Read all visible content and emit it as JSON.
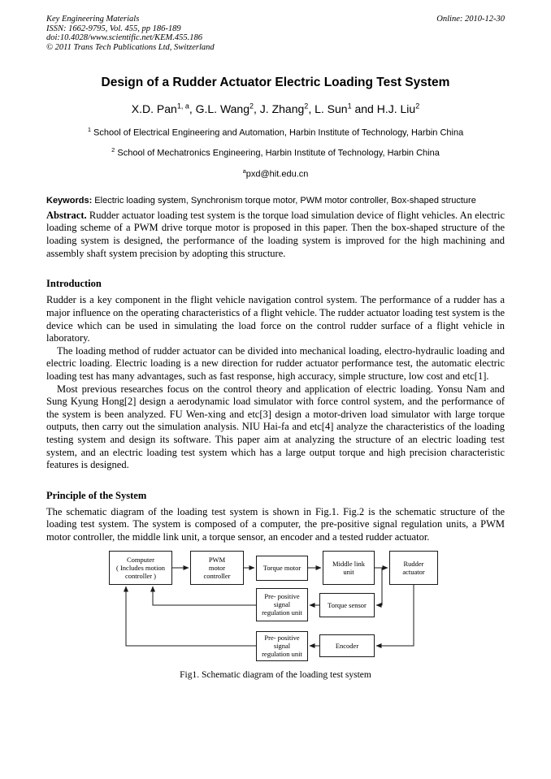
{
  "header": {
    "journal": "Key Engineering Materials",
    "issn_line": "ISSN: 1662-9795, Vol. 455, pp 186-189",
    "doi_line": "doi:10.4028/www.scientific.net/KEM.455.186",
    "copyright_line": "© 2011 Trans Tech Publications Ltd, Switzerland",
    "online_date": "Online: 2010-12-30"
  },
  "title": "Design of a Rudder Actuator Electric Loading Test System",
  "authors": {
    "parts": [
      {
        "text": "X.D. Pan",
        "sup": "1, a"
      },
      {
        "text": ", G.L. Wang",
        "sup": "2"
      },
      {
        "text": ", J. Zhang",
        "sup": "2"
      },
      {
        "text": ", L. Sun",
        "sup": "1"
      },
      {
        "text": " and H.J. Liu",
        "sup": "2"
      }
    ]
  },
  "affiliations": [
    {
      "sup": "1",
      "text": " School of Electrical Engineering and Automation, Harbin Institute of Technology, Harbin China"
    },
    {
      "sup": "2",
      "text": " School of Mechatronics Engineering, Harbin Institute of Technology, Harbin China"
    }
  ],
  "email": {
    "sup": "a",
    "text": "pxd@hit.edu.cn"
  },
  "keywords": {
    "label": "Keywords:",
    "text": " Electric loading system, Synchronism torque motor, PWM motor controller, Box-shaped structure"
  },
  "abstract": {
    "label": "Abstract.",
    "text": " Rudder actuator loading test system is the torque load simulation device of flight vehicles. An electric loading scheme of a PWM drive torque motor is proposed in this paper. Then the box-shaped structure of the loading system is designed, the performance of the loading system is improved for the high machining and assembly shaft system precision by adopting this structure."
  },
  "sections": {
    "introduction": {
      "heading": "Introduction",
      "p1": "Rudder is a key component in the flight vehicle navigation control system. The performance of a rudder has a major influence on the operating characteristics of a flight vehicle. The rudder actuator loading test system is the device which can be used in simulating the load force on the control rudder surface of a flight vehicle in laboratory.",
      "p2": "The loading method of rudder actuator can be divided into mechanical loading, electro-hydraulic loading and electric loading. Electric loading is a new direction for rudder actuator performance test, the automatic electric loading test has many advantages, such as fast response, high accuracy, simple structure, low cost and etc[1].",
      "p3": "Most previous researches focus on the control theory and application of electric loading. Yonsu Nam and Sung Kyung Hong[2] design a aerodynamic load simulator with force control system, and the performance of the system is been analyzed. FU Wen-xing and etc[3] design a motor-driven load simulator with large torque outputs, then carry out the simulation analysis. NIU Hai-fa and etc[4] analyze the characteristics of the loading testing system and design its software. This paper aim at analyzing the structure of an electric loading test system, and an electric loading test system which has a large output torque and high precision characteristic features is designed."
    },
    "principle": {
      "heading": "Principle of the System",
      "p1": "The schematic diagram of the loading test system is shown in Fig.1. Fig.2 is the schematic structure of the loading test system. The system is composed of a computer, the pre-positive signal regulation units, a PWM motor controller, the middle link unit, a torque sensor, an encoder and a tested rudder actuator."
    }
  },
  "figure": {
    "caption": "Fig1. Schematic diagram of the loading test system",
    "boxes": [
      {
        "label": "Computer\n( Includes motion\ncontroller )"
      },
      {
        "label": "PWM\nmotor\ncontroller"
      },
      {
        "label": "Torque motor"
      },
      {
        "label": "Middle link\nunit"
      },
      {
        "label": "Rudder\nactuator"
      },
      {
        "label": "Pre- positive\nsignal\nregulation unit"
      },
      {
        "label": "Torque sensor"
      },
      {
        "label": "Pre- positive\nsignal\nregulation unit"
      },
      {
        "label": "Encoder"
      }
    ]
  }
}
